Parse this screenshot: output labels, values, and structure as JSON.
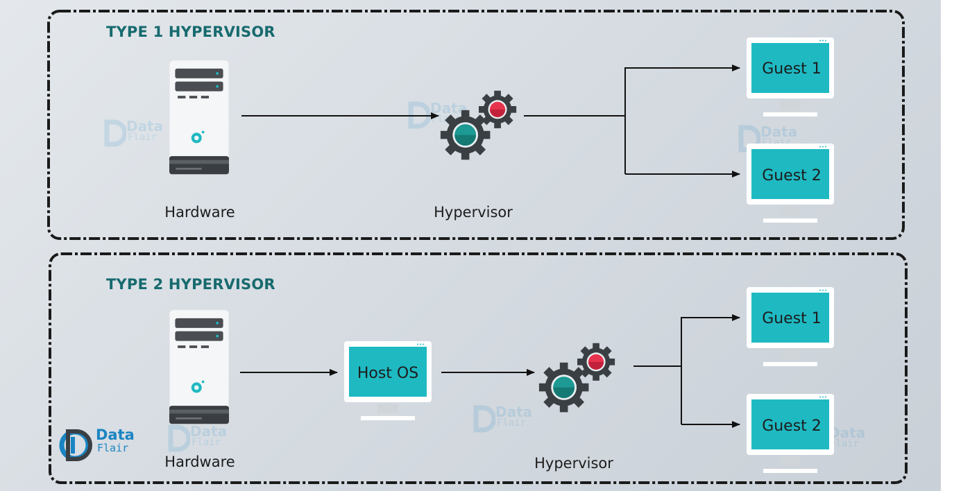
{
  "type1": {
    "title": "TYPE 1 HYPERVISOR",
    "hardware_label": "Hardware",
    "hypervisor_label": "Hypervisor",
    "guest1": "Guest 1",
    "guest2": "Guest 2"
  },
  "type2": {
    "title": "TYPE 2 HYPERVISOR",
    "hardware_label": "Hardware",
    "host_os": "Host OS",
    "hypervisor_label": "Hypervisor",
    "guest1": "Guest 1",
    "guest2": "Guest 2"
  },
  "logo": {
    "word": "Data",
    "sub": "Flair"
  },
  "colors": {
    "title": "#176a6e",
    "screen": "#1fb9c2",
    "gear": "#3a3f44",
    "gear_red": "#e8334f",
    "gear_teal": "#1c9a93",
    "brand": "#1a84c2"
  }
}
